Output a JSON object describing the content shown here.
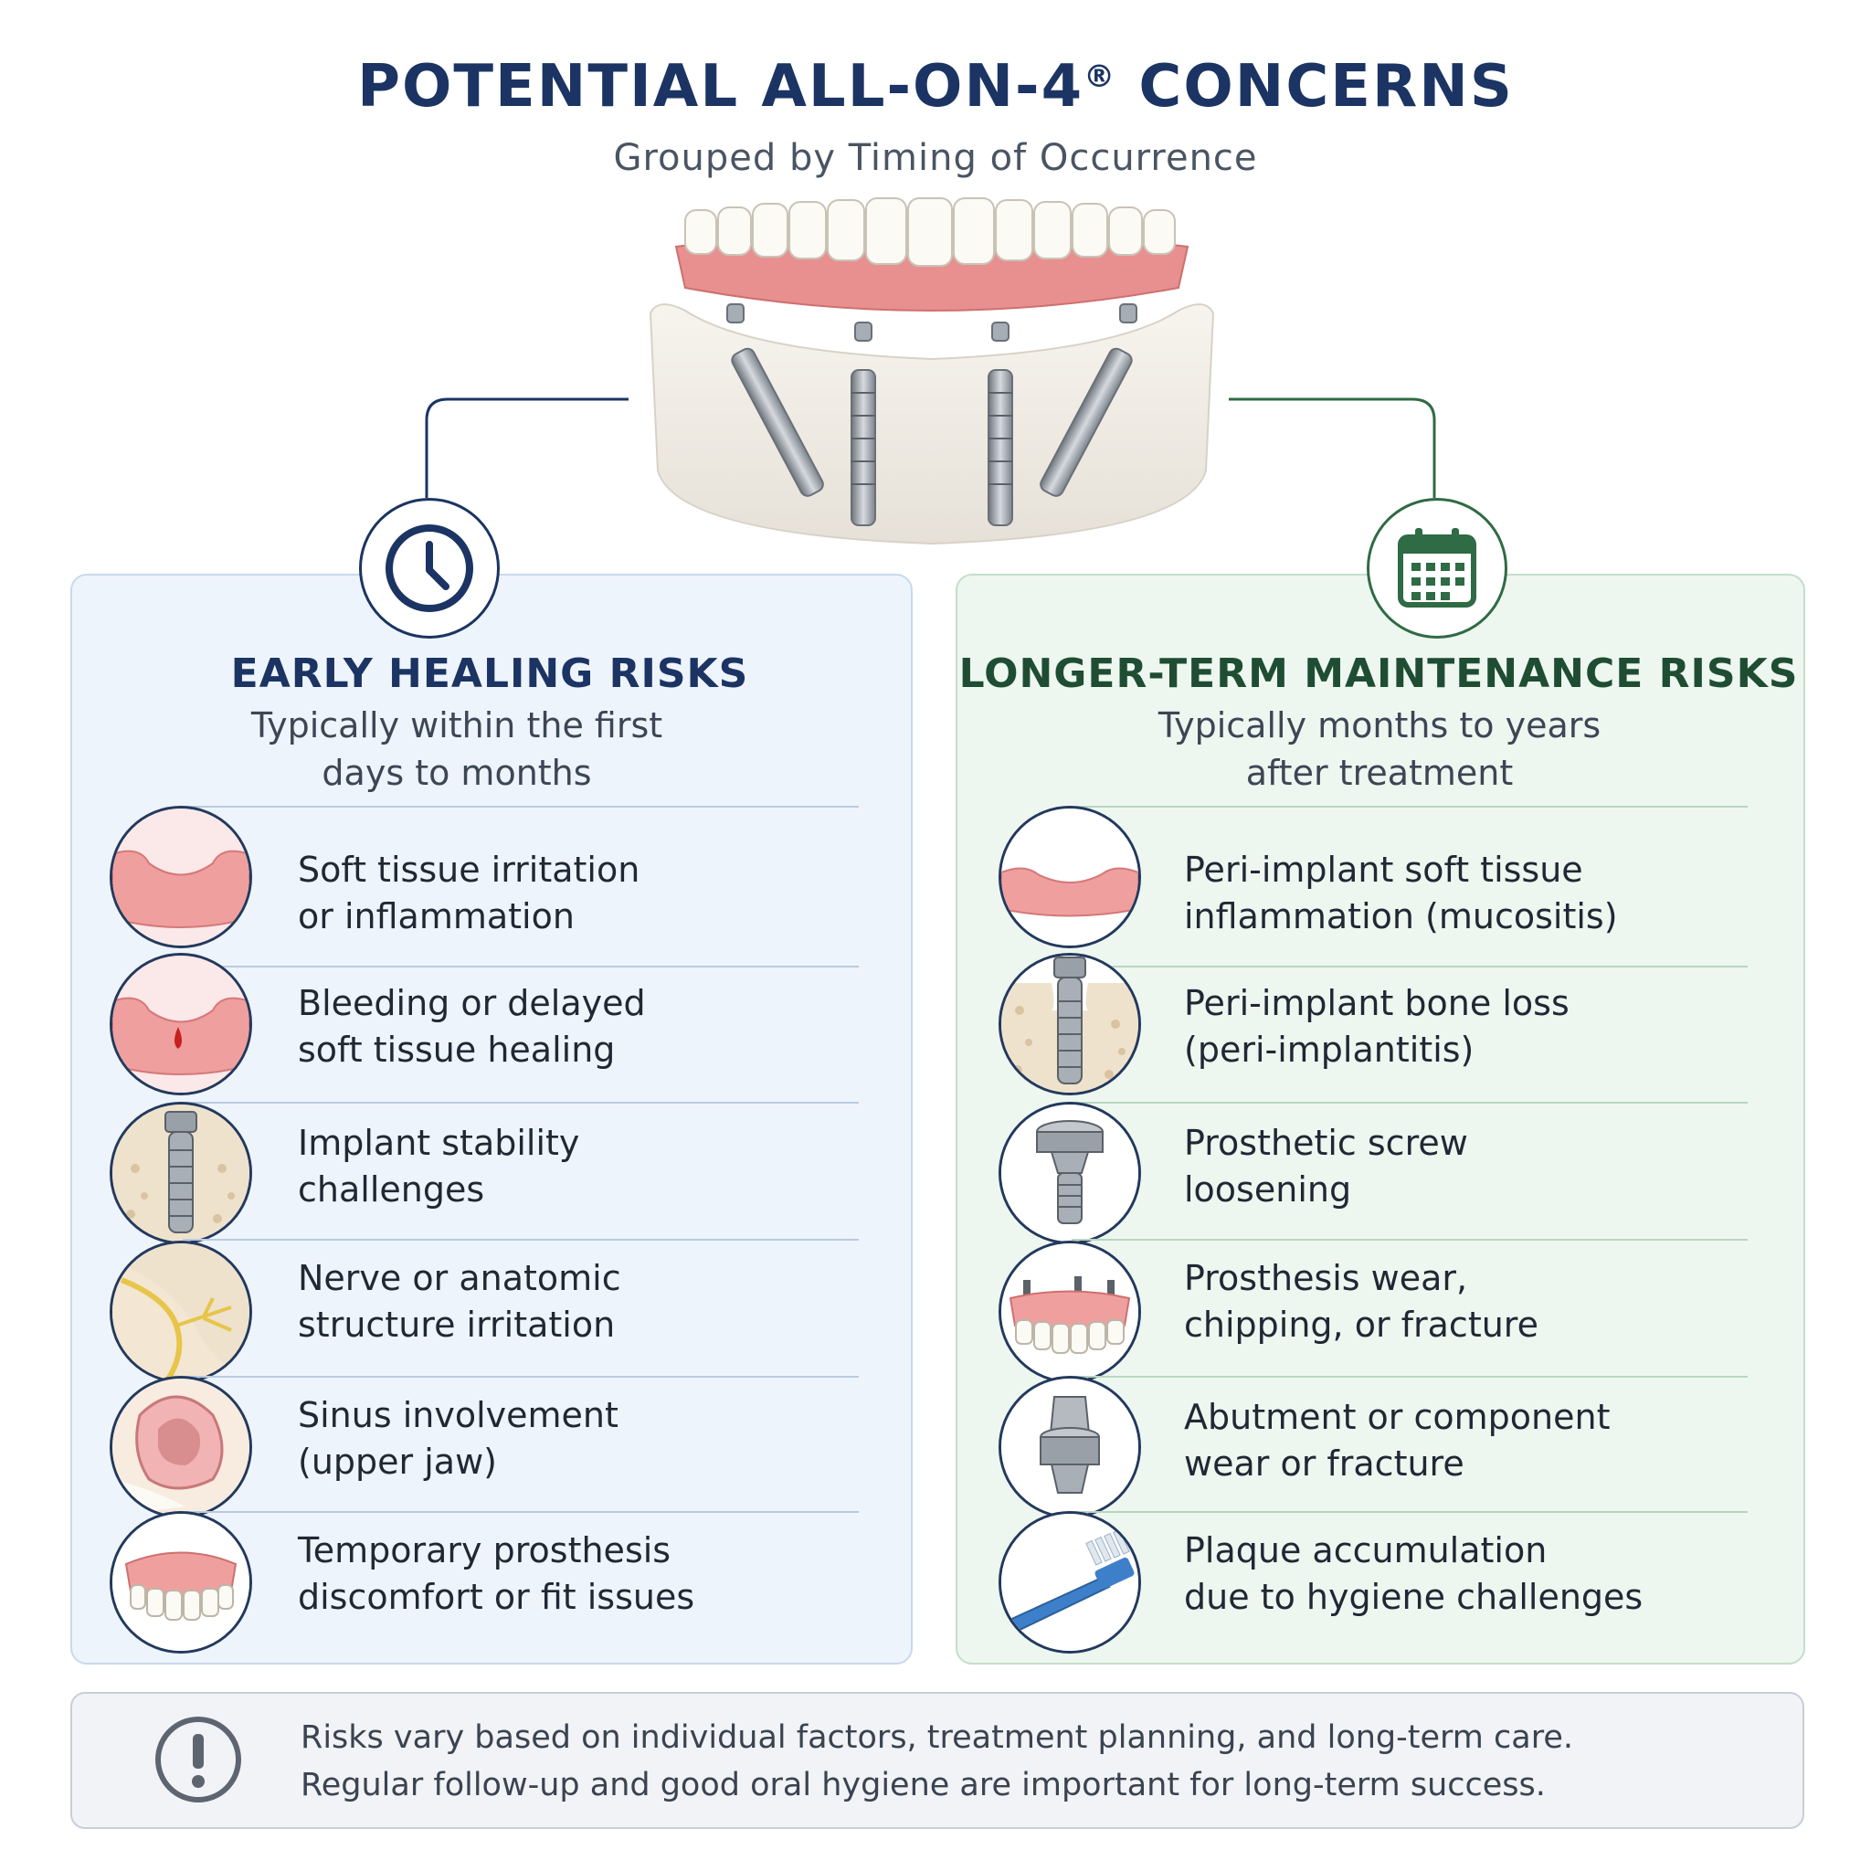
{
  "header": {
    "title": "POTENTIAL ALL-ON-4",
    "title_mark": "®",
    "title_suffix": " CONCERNS",
    "subtitle": "Grouped by Timing of Occurrence"
  },
  "colors": {
    "navy": "#1b3463",
    "green": "#1e4d33",
    "gum": "#e8908f",
    "metal": "#9aa0a8"
  },
  "left_panel": {
    "icon": "clock-icon",
    "title": "EARLY HEALING RISKS",
    "subtitle": "Typically within the first\ndays to months",
    "items": [
      {
        "icon": "gum-icon",
        "label": "Soft tissue irritation\nor inflammation"
      },
      {
        "icon": "bleeding-gum-icon",
        "label": "Bleeding or delayed\nsoft tissue healing"
      },
      {
        "icon": "implant-in-bone-icon",
        "label": "Implant stability\nchallenges"
      },
      {
        "icon": "nerve-icon",
        "label": "Nerve or anatomic\nstructure irritation"
      },
      {
        "icon": "sinus-icon",
        "label": "Sinus involvement\n(upper jaw)"
      },
      {
        "icon": "denture-icon",
        "label": "Temporary prosthesis\ndiscomfort or fit issues"
      }
    ]
  },
  "right_panel": {
    "icon": "calendar-icon",
    "title": "LONGER-TERM MAINTENANCE RISKS",
    "subtitle": "Typically months to years\nafter treatment",
    "items": [
      {
        "icon": "gum-icon",
        "label": "Peri-implant soft tissue\ninflammation (mucositis)"
      },
      {
        "icon": "implant-bone-loss-icon",
        "label": "Peri-implant bone loss\n(peri-implantitis)"
      },
      {
        "icon": "screw-icon",
        "label": "Prosthetic screw\nloosening"
      },
      {
        "icon": "prosthesis-icon",
        "label": "Prosthesis wear,\nchipping, or fracture"
      },
      {
        "icon": "abutment-icon",
        "label": "Abutment or component\nwear or fracture"
      },
      {
        "icon": "toothbrush-icon",
        "label": "Plaque accumulation\ndue to hygiene challenges"
      }
    ]
  },
  "footer": {
    "icon": "exclamation-icon",
    "line1": "Risks vary based on individual factors, treatment planning, and long-term care.",
    "line2": "Regular follow-up and good oral hygiene are important for long-term success."
  }
}
